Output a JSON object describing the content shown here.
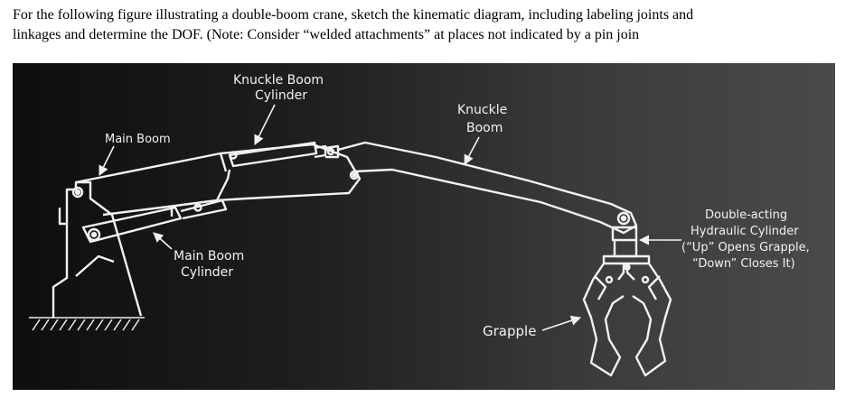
{
  "question": {
    "line1": "For the following figure illustrating a double-boom crane, sketch the kinematic diagram, including labeling joints and",
    "line2": "linkages and determine the DOF. (Note: Consider “welded attachments” at places not indicated by a pin join"
  },
  "figure": {
    "labels": {
      "main_boom": "Main Boom",
      "knuckle_boom_cylinder_1": "Knuckle Boom",
      "knuckle_boom_cylinder_2": "Cylinder",
      "knuckle_boom_1": "Knuckle",
      "knuckle_boom_2": "Boom",
      "main_boom_cylinder_1": "Main Boom",
      "main_boom_cylinder_2": "Cylinder",
      "hydraulic_1": "Double-acting",
      "hydraulic_2": "Hydraulic Cylinder",
      "hydraulic_3": "(“Up” Opens Grapple,",
      "hydraulic_4": "“Down” Closes It)",
      "grapple": "Grapple"
    }
  }
}
